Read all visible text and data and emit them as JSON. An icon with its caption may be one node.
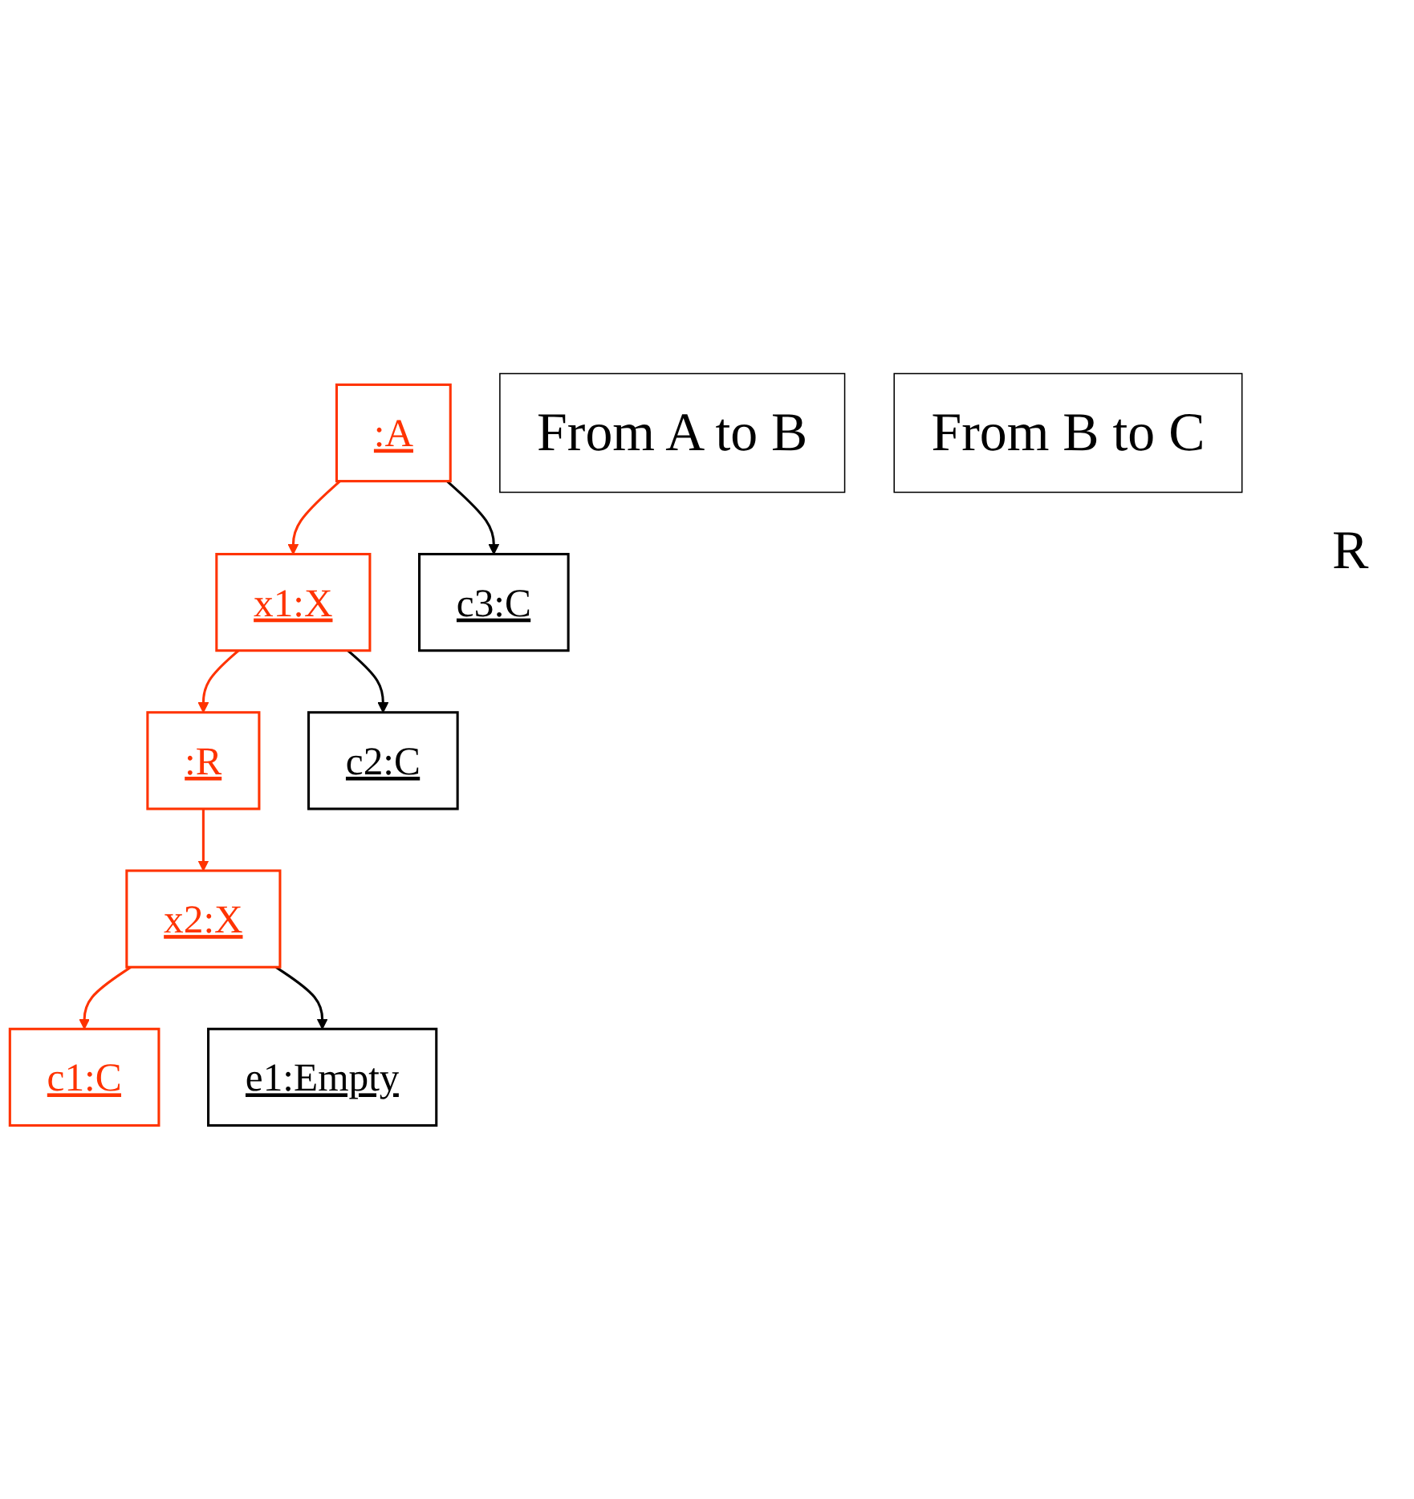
{
  "diagram": {
    "nodes": [
      {
        "text": [
          ":A"
        ]
      },
      {
        "text": [
          "x1:X"
        ]
      },
      {
        "text": [
          ":R"
        ]
      },
      {
        "text": [
          "x2:X"
        ]
      },
      {
        "text": [
          "c1:C"
        ]
      },
      {
        "text": [
          "e1:Empty"
        ]
      },
      {
        "text": [
          "c2:C"
        ]
      },
      {
        "text": [
          "c3:C"
        ]
      },
      {
        "text": [
          "From A to B"
        ]
      },
      {
        "text": [
          "From B to C"
        ]
      }
    ],
    "edges": [
      {
        "from": 0,
        "to": 1,
        "arrow": "to"
      },
      {
        "from": 1,
        "to": 2,
        "arrow": "to"
      },
      {
        "from": 2,
        "to": 3,
        "arrow": "to"
      },
      {
        "from": 3,
        "to": 4,
        "arrow": "to"
      },
      {
        "from": 3,
        "to": 5,
        "arrow": "to",
        "color": "#000000"
      },
      {
        "from": 1,
        "to": 6,
        "arrow": "to",
        "color": "#000000"
      },
      {
        "from": 0,
        "to": 7,
        "arrow": "to",
        "color": "#000000"
      }
    ],
    "labels": [
      "R"
    ]
  }
}
